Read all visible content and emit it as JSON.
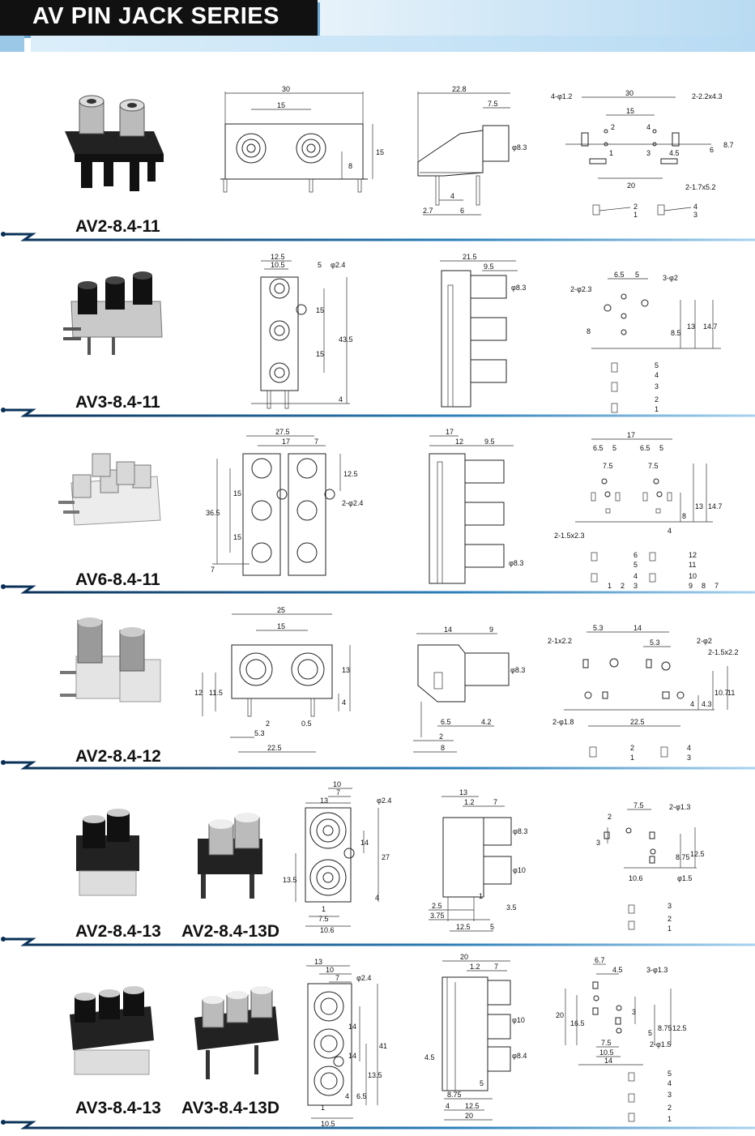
{
  "header": {
    "title": "AV PIN JACK SERIES"
  },
  "products": [
    {
      "name": "AV2-8.4-11",
      "front_dims": [
        "30",
        "15",
        "8",
        "15"
      ],
      "side_dims": [
        "22.8",
        "7.5",
        "φ8.3",
        "4",
        "2.7",
        "6"
      ],
      "pcb_dims": [
        "4-φ1.2",
        "30",
        "15",
        "2-2.2x4.3",
        "4.5",
        "6",
        "8.7",
        "20",
        "2-1.7x5.2"
      ],
      "pins": [
        "2",
        "4",
        "1",
        "3",
        "1",
        "2",
        "3",
        "4"
      ]
    },
    {
      "name": "AV3-8.4-11",
      "front_dims": [
        "12.5",
        "10.5",
        "5",
        "φ2.4",
        "15",
        "43.5",
        "15",
        "4"
      ],
      "side_dims": [
        "21.5",
        "9.5",
        "φ8.3"
      ],
      "pcb_dims": [
        "6.5",
        "5",
        "2-φ2.3",
        "3-φ2",
        "8",
        "8.5",
        "13",
        "14.7"
      ],
      "pins": [
        "5",
        "4",
        "3",
        "2",
        "1"
      ]
    },
    {
      "name": "AV6-8.4-11",
      "front_dims": [
        "27.5",
        "17",
        "7",
        "12.5",
        "15",
        "36.5",
        "15",
        "7",
        "2-φ2.4"
      ],
      "side_dims": [
        "17",
        "12",
        "9.5",
        "φ8.3"
      ],
      "pcb_dims": [
        "17",
        "6.5",
        "5",
        "6.5",
        "5",
        "7.5",
        "7.5",
        "2-1.5x2.3",
        "8",
        "13",
        "14.7",
        "4"
      ],
      "pins": [
        "6",
        "5",
        "4",
        "3",
        "2",
        "1",
        "12",
        "11",
        "10",
        "9",
        "8",
        "7"
      ]
    },
    {
      "name": "AV2-8.4-12",
      "front_dims": [
        "25",
        "15",
        "13",
        "12",
        "11.5",
        "4",
        "2",
        "0.5",
        "5.3",
        "22.5"
      ],
      "side_dims": [
        "14",
        "9",
        "φ8.3",
        "6.5",
        "4.2",
        "2",
        "8"
      ],
      "pcb_dims": [
        "2-1x2.2",
        "5.3",
        "14",
        "5.3",
        "2-φ2",
        "2-1.5x2.2",
        "2-φ1.8",
        "22.5",
        "4",
        "4.3",
        "10.7",
        "11"
      ],
      "pins": [
        "2",
        "1",
        "4",
        "3"
      ]
    },
    {
      "name": "AV2-8.4-13",
      "name2": "AV2-8.4-13D",
      "front_dims": [
        "10",
        "7",
        "13",
        "φ2.4",
        "14",
        "27",
        "13.5",
        "4",
        "1",
        "7.5",
        "10.6"
      ],
      "side_dims": [
        "13",
        "1.2",
        "7",
        "φ8.3",
        "φ10",
        "2.5",
        "3.75",
        "1",
        "3.5",
        "12.5",
        "5"
      ],
      "pcb_dims": [
        "7.5",
        "2-φ1.3",
        "2",
        "3",
        "8.75",
        "12.5",
        "10.6",
        "φ1.5"
      ],
      "pins": [
        "3",
        "2",
        "1"
      ]
    },
    {
      "name": "AV3-8.4-13",
      "name2": "AV3-8.4-13D",
      "front_dims": [
        "13",
        "10",
        "7",
        "φ2.4",
        "14",
        "14",
        "41",
        "13.5",
        "4",
        "6.5",
        "1",
        "10.5"
      ],
      "side_dims": [
        "20",
        "1.2",
        "7",
        "φ10",
        "φ8.4",
        "4.5",
        "5",
        "8.75",
        "12.5",
        "4",
        "20"
      ],
      "pcb_dims": [
        "6.7",
        "4.5",
        "3-φ1.3",
        "20",
        "16.5",
        "3",
        "5",
        "8.75",
        "12.5",
        "7.5",
        "10.5",
        "2-φ1.5",
        "14"
      ],
      "pins": [
        "5",
        "4",
        "3",
        "2",
        "1"
      ]
    }
  ]
}
